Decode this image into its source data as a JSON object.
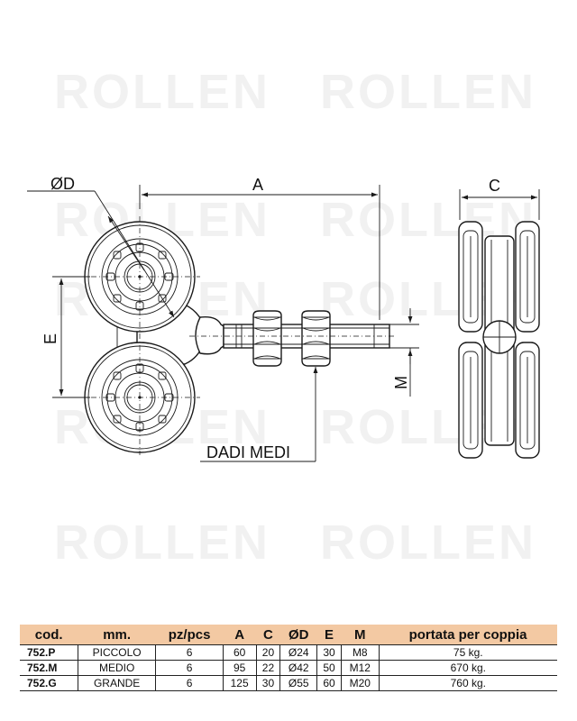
{
  "watermark": {
    "text": "ROLLEN"
  },
  "drawing": {
    "dim_d": "ØD",
    "dim_a": "A",
    "dim_c": "C",
    "dim_e": "E",
    "dim_m": "M",
    "nut_label": "DADI MEDI"
  },
  "table": {
    "headers": [
      "cod.",
      "mm.",
      "pz/pcs",
      "A",
      "C",
      "ØD",
      "E",
      "M",
      "portata per coppia"
    ],
    "rows": [
      [
        "752.P",
        "PICCOLO",
        "6",
        "60",
        "20",
        "Ø24",
        "30",
        "M8",
        "75 kg."
      ],
      [
        "752.M",
        "MEDIO",
        "6",
        "95",
        "22",
        "Ø42",
        "50",
        "M12",
        "670 kg."
      ],
      [
        "752.G",
        "GRANDE",
        "6",
        "125",
        "30",
        "Ø55",
        "60",
        "M20",
        "760 kg."
      ]
    ]
  },
  "colors": {
    "header_bg": "#f3c9a3",
    "watermark": "#f1f1f1",
    "line": "#1a1a1a"
  }
}
